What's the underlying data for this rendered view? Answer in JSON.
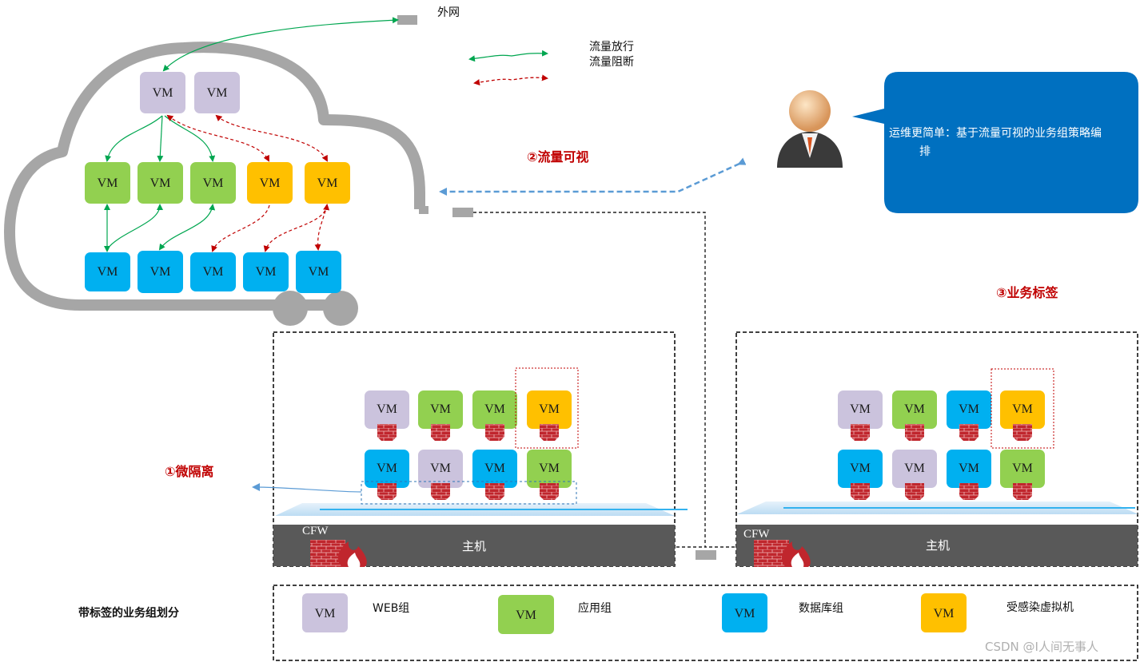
{
  "diagram": {
    "vm_text": "VM",
    "external_net_label": "外网",
    "legend_flow": {
      "allow_label": "流量放行",
      "block_label": "流量阻断"
    },
    "step2_label": "②流量可视",
    "step3_label": "③业务标签",
    "step1_label": "①微隔离",
    "admin_bubble": {
      "line1": "运维更简单：基于流量可视的业务组策略编",
      "line2": "排"
    },
    "host_label": "主机",
    "cfw_label": "CFW",
    "group_legend": {
      "title": "带标签的业务组划分",
      "items": [
        {
          "label": "WEB组",
          "color": "#cbc3dd"
        },
        {
          "label": "应用组",
          "color": "#92d050"
        },
        {
          "label": "数据库组",
          "color": "#00b0f0"
        },
        {
          "label": "受感染虚拟机",
          "color": "#ffc000"
        }
      ]
    },
    "watermark": "CSDN @I人间无事人",
    "colors": {
      "web": "#cbc3dd",
      "app": "#92d050",
      "db": "#00b0f0",
      "infected": "#ffc000",
      "allow_arrow": "#00a650",
      "block_arrow": "#c00000",
      "bubble": "#0070c0",
      "cloud": "#a6a6a6",
      "host_bar": "#595959"
    }
  }
}
